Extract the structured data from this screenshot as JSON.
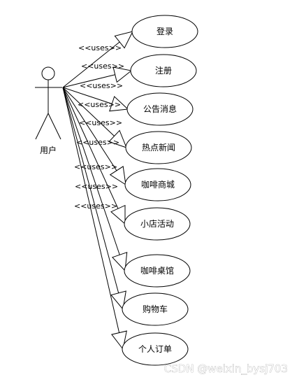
{
  "actor": {
    "label": "用户"
  },
  "relation_label": "<<uses>>",
  "use_cases": [
    {
      "label": "登录"
    },
    {
      "label": "注册"
    },
    {
      "label": "公告消息"
    },
    {
      "label": "热点新闻"
    },
    {
      "label": "咖啡商城"
    },
    {
      "label": "小店活动"
    },
    {
      "label": "咖啡桌馆"
    },
    {
      "label": "购物车"
    },
    {
      "label": "个人订单"
    }
  ],
  "watermark": "CSDN @weixin_bysj703"
}
